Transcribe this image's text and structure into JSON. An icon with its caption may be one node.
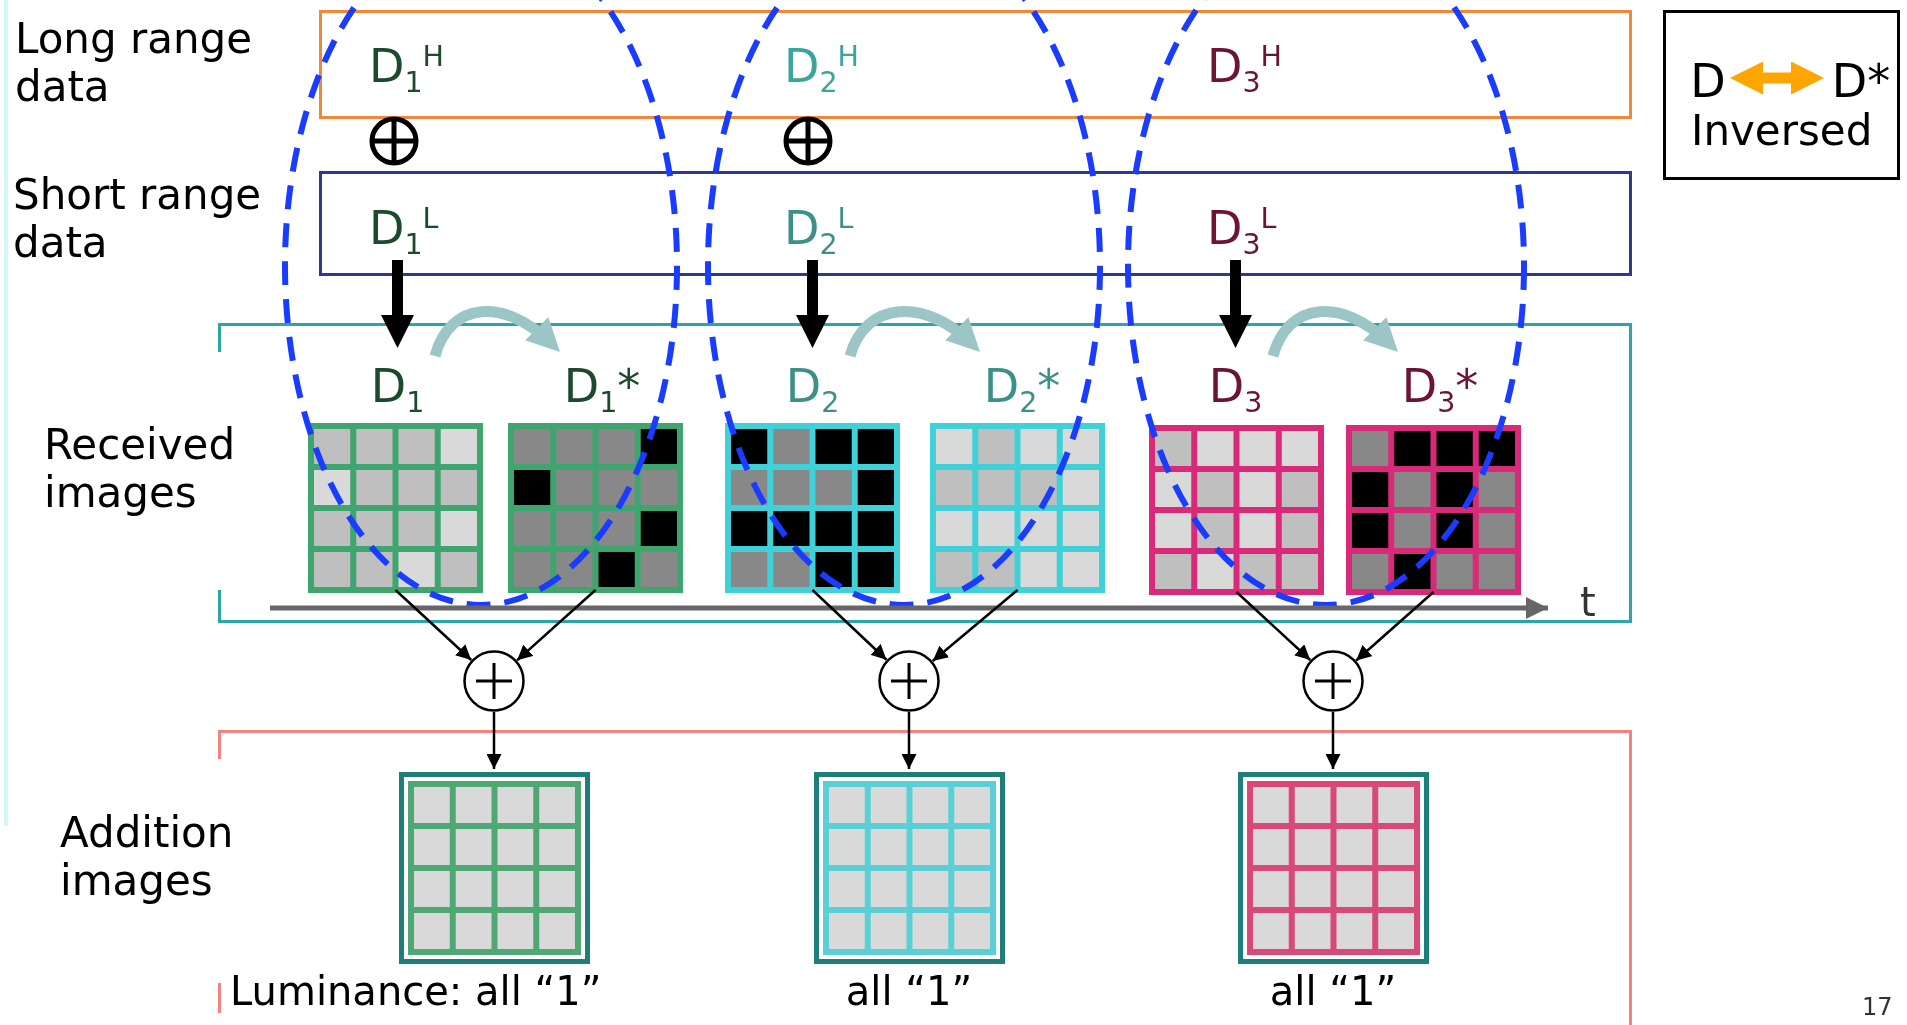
{
  "diagram": {
    "nodes": [
      {
        "text": [
          "Long range data"
        ]
      },
      {
        "text": [
          "D$_{1}$$^{H}$"
        ],
        "in": 0
      },
      {
        "text": [
          "D$_{2}$$^{H}$"
        ],
        "in": 0
      },
      {
        "text": [
          "D$_{3}$$^{H}$"
        ],
        "in": 0
      },
      {
        "text": [
          "Short range data"
        ]
      },
      {
        "text": [
          "D$_{1}$$^{L}$"
        ],
        "in": 4
      },
      {
        "text": [
          "D$_{2}$$^{L}$"
        ],
        "in": 4
      },
      {
        "text": [
          "D$_{3}$$^{L}$"
        ],
        "in": 4
      },
      {
        "text": [
          "Received images"
        ]
      },
      {
        "text": [
          "D$_{1}$"
        ],
        "in": 8
      },
      {
        "text": [
          "D$_{1}$*"
        ],
        "in": 8
      },
      {
        "text": [
          "D$_{2}$"
        ],
        "in": 8
      },
      {
        "text": [
          "D$_{2}$*"
        ],
        "in": 8
      },
      {
        "text": [
          "D$_{3}$"
        ],
        "in": 8
      },
      {
        "text": [
          "D$_{3}$*"
        ],
        "in": 8
      },
      {
        "text": [],
        "shape": "grid",
        "in": 8
      },
      {
        "text": [],
        "shape": "grid",
        "in": 8
      },
      {
        "text": [],
        "shape": "grid",
        "in": 8
      },
      {
        "text": [],
        "shape": "grid",
        "in": 8
      },
      {
        "text": [],
        "shape": "grid",
        "in": 8
      },
      {
        "text": [],
        "shape": "grid",
        "in": 8
      },
      {
        "text": [],
        "shape": "circle"
      },
      {
        "text": [],
        "shape": "circle"
      },
      {
        "text": [],
        "shape": "circle"
      },
      {
        "text": [
          "Addition images"
        ]
      },
      {
        "text": [],
        "shape": "grid",
        "in": 24,
        "beside": [
          "Luminance: all “1”"
        ]
      },
      {
        "text": [],
        "shape": "grid",
        "in": 24,
        "beside": [
          "all “1”"
        ]
      },
      {
        "text": [],
        "shape": "grid",
        "in": 24,
        "beside": [
          "all “1”"
        ]
      },
      {
        "text": [
          "Inversed"
        ]
      },
      {
        "text": [
          "D"
        ],
        "in": 28
      },
      {
        "text": [
          "D*"
        ],
        "in": 28
      }
    ],
    "edges": [
      {
        "from": 5,
        "to": 9,
        "arrow": "to",
        "style": "thick"
      },
      {
        "from": 6,
        "to": 11,
        "arrow": "to",
        "style": "thick"
      },
      {
        "from": 7,
        "to": 13,
        "arrow": "to",
        "style": "thick"
      },
      {
        "from": 9,
        "to": 10,
        "arrow": "to",
        "style": "thick",
        "color": "#9cc6c6"
      },
      {
        "from": 11,
        "to": 12,
        "arrow": "to",
        "style": "thick",
        "color": "#9cc6c6"
      },
      {
        "from": 13,
        "to": 14,
        "arrow": "to",
        "style": "thick",
        "color": "#9cc6c6"
      },
      {
        "from": 15,
        "to": 21,
        "arrow": "to"
      },
      {
        "from": 16,
        "to": 21,
        "arrow": "to"
      },
      {
        "from": 21,
        "to": 25,
        "arrow": "to"
      },
      {
        "from": 17,
        "to": 22,
        "arrow": "to"
      },
      {
        "from": 18,
        "to": 22,
        "arrow": "to"
      },
      {
        "from": 22,
        "to": 26,
        "arrow": "to"
      },
      {
        "from": 19,
        "to": 23,
        "arrow": "to"
      },
      {
        "from": 20,
        "to": 23,
        "arrow": "to"
      },
      {
        "from": 23,
        "to": 27,
        "arrow": "to"
      },
      {
        "from": 29,
        "to": 30,
        "arrow": "both",
        "style": "thick",
        "color": "#ffa500"
      }
    ],
    "labels": [
      "t",
      "17"
    ]
  }
}
